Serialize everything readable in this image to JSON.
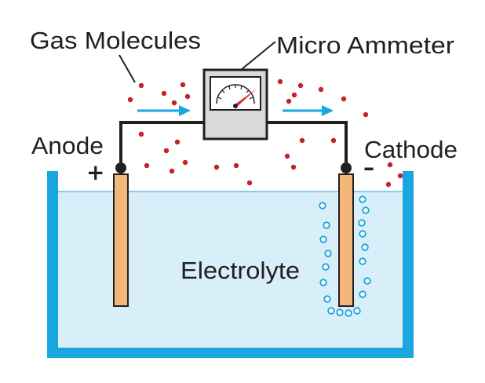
{
  "labels": {
    "gas_molecules": "Gas Molecules",
    "micro_ammeter": "Micro Ammeter",
    "anode": "Anode",
    "cathode": "Cathode",
    "electrolyte": "Electrolyte",
    "plus_sign": "+",
    "minus_sign": "–"
  },
  "colors": {
    "tank_wall": "#1aa6de",
    "electrolyte": "#d8eef8",
    "electrode": "#f4b77a",
    "wire": "#231f20",
    "gas_molecule": "#c8202a",
    "bubble": "#1aa6de",
    "arrow": "#1aa6de",
    "meter_body": "#d9d9d9",
    "meter_needle": "#e3262d"
  },
  "icons": {
    "flow_arrow": "arrow-right",
    "meter": "analog-meter",
    "bubble": "circle-outline",
    "molecule": "dot"
  }
}
